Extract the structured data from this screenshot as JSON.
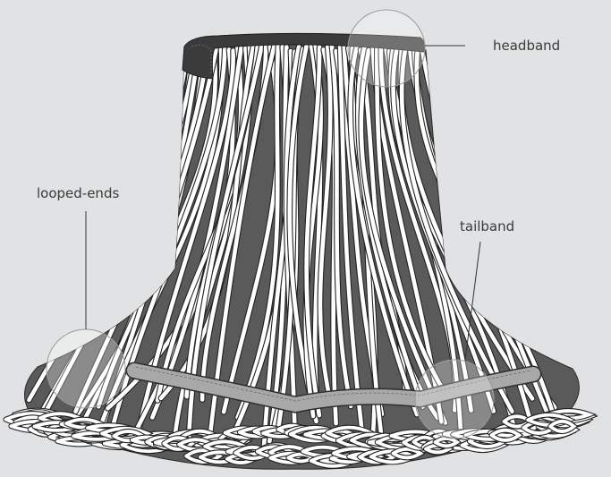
{
  "labels": {
    "headband": "headband",
    "looped_ends": "looped-ends",
    "tailband": "tailband"
  },
  "colors": {
    "background": "#e1e2e3",
    "strand_fill": "#ffffff",
    "strand_outline": "#222222",
    "interior_shadow": "#5a5a5a",
    "headband": "#3b3b3b",
    "tailband": "#a8a8a8",
    "callout_line": "#333333",
    "label_text": "#3a3a3a"
  }
}
